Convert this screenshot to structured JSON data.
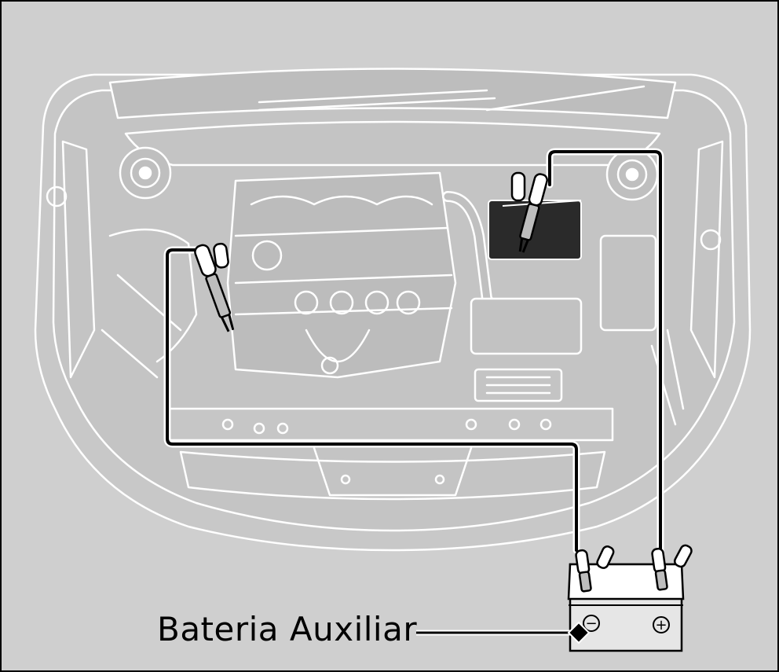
{
  "figure": {
    "callout_label": "Bateria Auxiliar",
    "minus_symbol": "−",
    "plus_symbol": "+"
  },
  "colors": {
    "background": "#cfcfcf",
    "line_art": "#ffffff",
    "cable": "#000000",
    "battery_top": "#2a2a2a"
  },
  "icons": [
    "engine-bay-illustration",
    "jumper-cable",
    "clamp",
    "auxiliary-battery",
    "callout-diamond"
  ]
}
